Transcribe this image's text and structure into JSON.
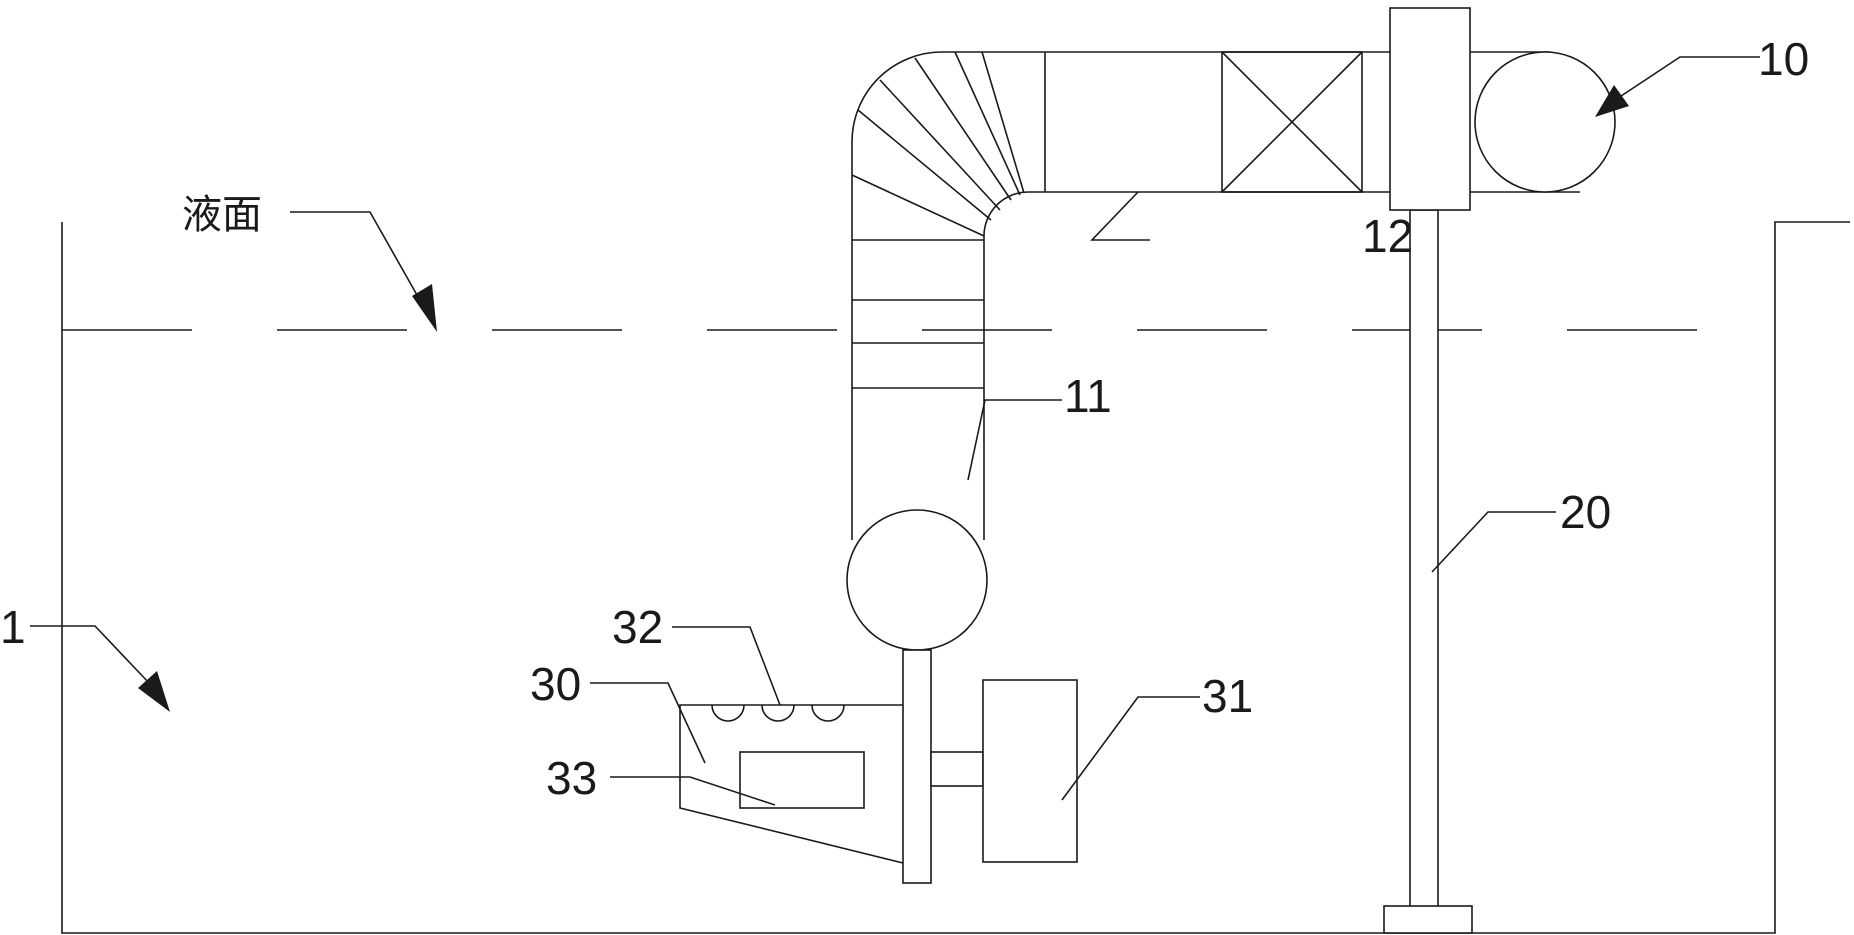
{
  "labels": {
    "liquid_level": "液面",
    "tank": "1",
    "unit_10": "10",
    "pipe_11": "11",
    "section_12": "12",
    "rod_20": "20",
    "body_30": "30",
    "motor_31": "31",
    "holes_32": "32",
    "box_33": "33"
  }
}
